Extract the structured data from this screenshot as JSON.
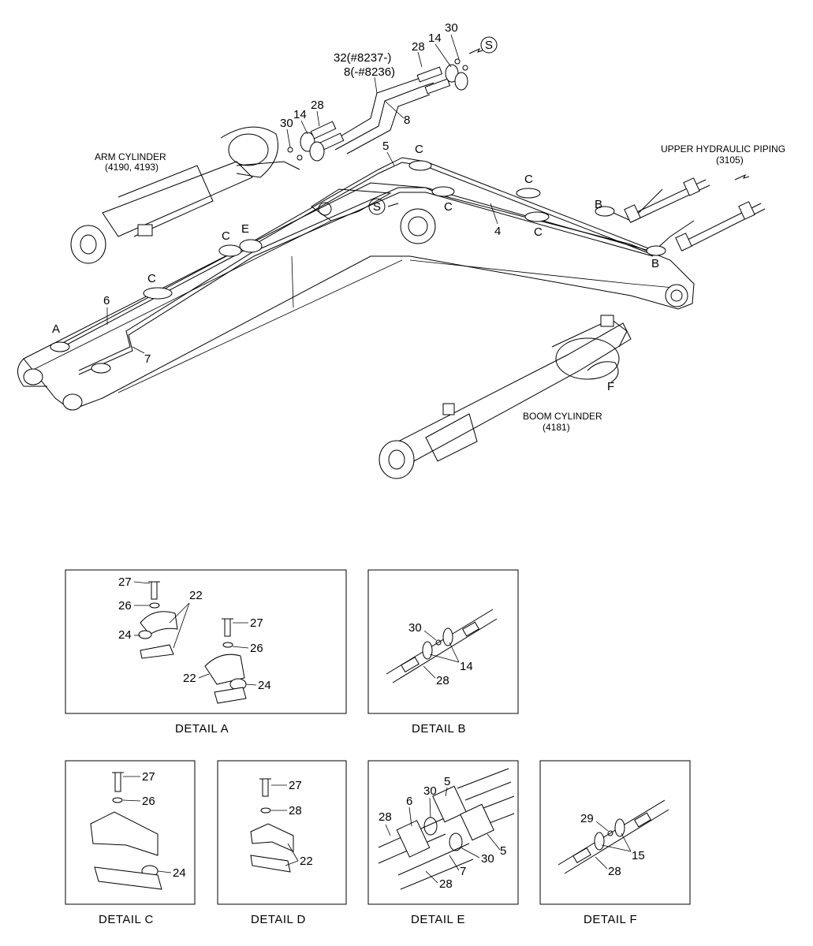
{
  "main_labels": {
    "arm_cylinder_title": "ARM CYLINDER",
    "arm_cylinder_ref": "(4190, 4193)",
    "upper_piping_title": "UPPER HYDRAULIC PIPING",
    "upper_piping_ref": "(3105)",
    "boom_cylinder_title": "BOOM CYLINDER",
    "boom_cylinder_ref": "(4181)",
    "serial_32": "32(#8237-)",
    "serial_8": "8(-#8236)",
    "circle_s": "S",
    "callouts": {
      "p28_top": "28",
      "p14_top": "14",
      "p30_top": "30",
      "p30_mid": "30",
      "p14_mid": "14",
      "p28_mid": "28",
      "p8": "8",
      "p5": "5",
      "p4": "4",
      "p6": "6",
      "p7": "7",
      "C1": "C",
      "C2": "C",
      "C3": "C",
      "C4": "C",
      "C5": "C",
      "C6": "C",
      "E": "E",
      "A": "A",
      "B1": "B",
      "B2": "B",
      "F": "F"
    }
  },
  "details": {
    "A": {
      "caption": "DETAIL  A",
      "l27a": "27",
      "l26a": "26",
      "l22a": "22",
      "l24a": "24",
      "l27b": "27",
      "l26b": "26",
      "l22b": "22",
      "l24b": "24"
    },
    "B": {
      "caption": "DETAIL  B",
      "l30": "30",
      "l14": "14",
      "l28": "28"
    },
    "C": {
      "caption": "DETAIL  C",
      "l27": "27",
      "l26": "26",
      "l24": "24"
    },
    "D": {
      "caption": "DETAIL  D",
      "l27": "27",
      "l28": "28",
      "l22": "22"
    },
    "E": {
      "caption": "DETAIL  E",
      "l5a": "5",
      "l30a": "30",
      "l6": "6",
      "l28a": "28",
      "l30b": "30",
      "l5b": "5",
      "l7": "7",
      "l28b": "28"
    },
    "F": {
      "caption": "DETAIL  F",
      "l29": "29",
      "l15": "15",
      "l28": "28"
    }
  }
}
